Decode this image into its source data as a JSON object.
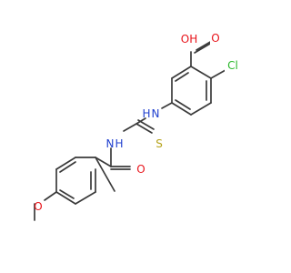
{
  "molecule": {
    "colors": {
      "bond": "#3a3a3a",
      "O": "#e8141b",
      "N": "#1f3fcf",
      "S": "#b5a21a",
      "Cl": "#2db82d",
      "background": "#ffffff"
    },
    "atom_labels": {
      "hydroxyl": "OH",
      "carbonyl_oxygen_acid": "O",
      "chlorine": "Cl",
      "amine_nh_right": "H",
      "amine_n_right": "N",
      "amine_n_left": "N",
      "amine_nh_left": "H",
      "thione_sulfur": "S",
      "amide_oxygen": "O",
      "ether_oxygen": "O"
    }
  }
}
